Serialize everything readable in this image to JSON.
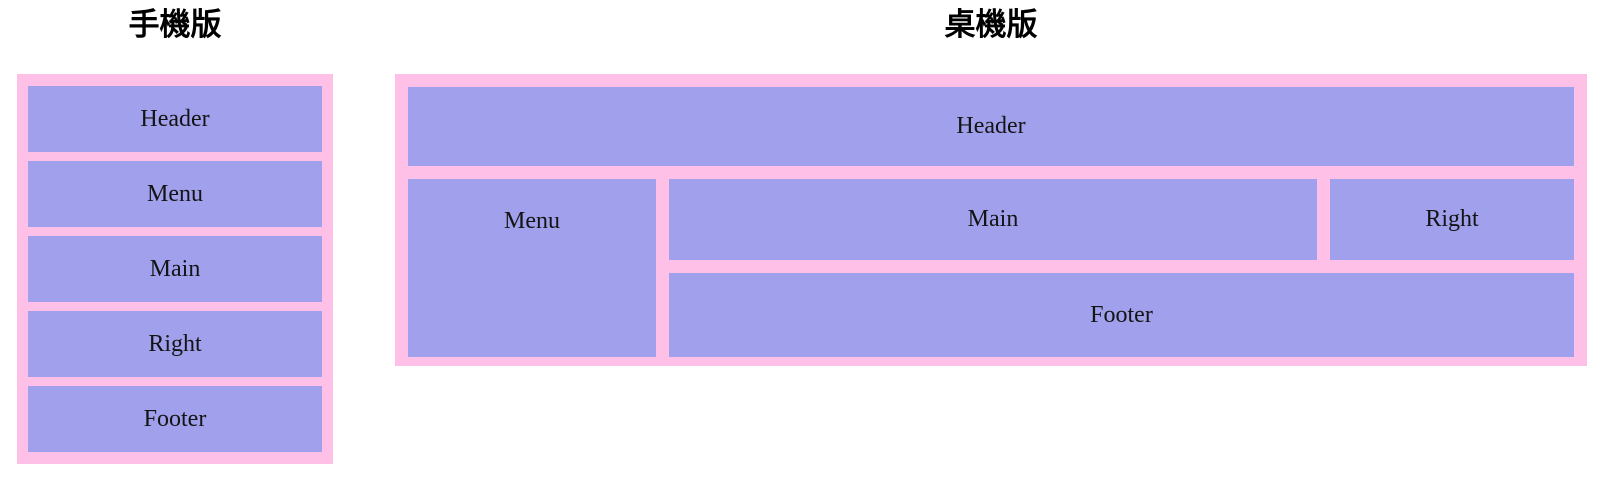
{
  "colors": {
    "container_pink": "#ffc0e8",
    "box_purple": "#a1a0ec"
  },
  "mobile": {
    "title": "手機版",
    "boxes": [
      {
        "id": "header",
        "label": "Header"
      },
      {
        "id": "menu",
        "label": "Menu"
      },
      {
        "id": "main",
        "label": "Main"
      },
      {
        "id": "right",
        "label": "Right"
      },
      {
        "id": "footer",
        "label": "Footer"
      }
    ]
  },
  "desktop": {
    "title": "桌機版",
    "boxes": [
      {
        "id": "header",
        "label": "Header"
      },
      {
        "id": "menu",
        "label": "Menu"
      },
      {
        "id": "main",
        "label": "Main"
      },
      {
        "id": "right",
        "label": "Right"
      },
      {
        "id": "footer",
        "label": "Footer"
      }
    ]
  }
}
